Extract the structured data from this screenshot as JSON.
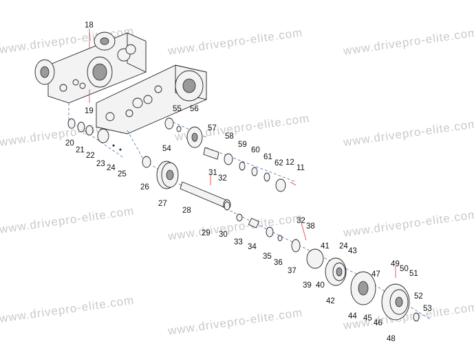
{
  "watermark": {
    "text": "www.drivepro-elite.com"
  },
  "callouts": [
    {
      "id": "c18",
      "text": "18"
    },
    {
      "id": "c19",
      "text": "19"
    },
    {
      "id": "c20",
      "text": "20"
    },
    {
      "id": "c21",
      "text": "21"
    },
    {
      "id": "c22",
      "text": "22"
    },
    {
      "id": "c23",
      "text": "23"
    },
    {
      "id": "c24a",
      "text": "24"
    },
    {
      "id": "c25",
      "text": "25"
    },
    {
      "id": "c26",
      "text": "26"
    },
    {
      "id": "c27",
      "text": "27"
    },
    {
      "id": "c28",
      "text": "28"
    },
    {
      "id": "c29",
      "text": "29"
    },
    {
      "id": "c30",
      "text": "30"
    },
    {
      "id": "c31",
      "text": "31"
    },
    {
      "id": "c32a",
      "text": "32"
    },
    {
      "id": "c33",
      "text": "33"
    },
    {
      "id": "c34",
      "text": "34"
    },
    {
      "id": "c35",
      "text": "35"
    },
    {
      "id": "c36",
      "text": "36"
    },
    {
      "id": "c37",
      "text": "37"
    },
    {
      "id": "c32b",
      "text": "32"
    },
    {
      "id": "c38",
      "text": "38"
    },
    {
      "id": "c39",
      "text": "39"
    },
    {
      "id": "c40",
      "text": "40"
    },
    {
      "id": "c41",
      "text": "41"
    },
    {
      "id": "c42",
      "text": "42"
    },
    {
      "id": "c24b",
      "text": "24"
    },
    {
      "id": "c43",
      "text": "43"
    },
    {
      "id": "c44",
      "text": "44"
    },
    {
      "id": "c45",
      "text": "45"
    },
    {
      "id": "c46",
      "text": "46"
    },
    {
      "id": "c47",
      "text": "47"
    },
    {
      "id": "c48",
      "text": "48"
    },
    {
      "id": "c49",
      "text": "49"
    },
    {
      "id": "c50",
      "text": "50"
    },
    {
      "id": "c51",
      "text": "51"
    },
    {
      "id": "c52",
      "text": "52"
    },
    {
      "id": "c53",
      "text": "53"
    },
    {
      "id": "c54",
      "text": "54"
    },
    {
      "id": "c55",
      "text": "55"
    },
    {
      "id": "c56",
      "text": "56"
    },
    {
      "id": "c57",
      "text": "57"
    },
    {
      "id": "c58",
      "text": "58"
    },
    {
      "id": "c59",
      "text": "59"
    },
    {
      "id": "c60",
      "text": "60"
    },
    {
      "id": "c61",
      "text": "61"
    },
    {
      "id": "c62",
      "text": "62"
    },
    {
      "id": "c12",
      "text": "12"
    },
    {
      "id": "c11",
      "text": "11"
    }
  ]
}
